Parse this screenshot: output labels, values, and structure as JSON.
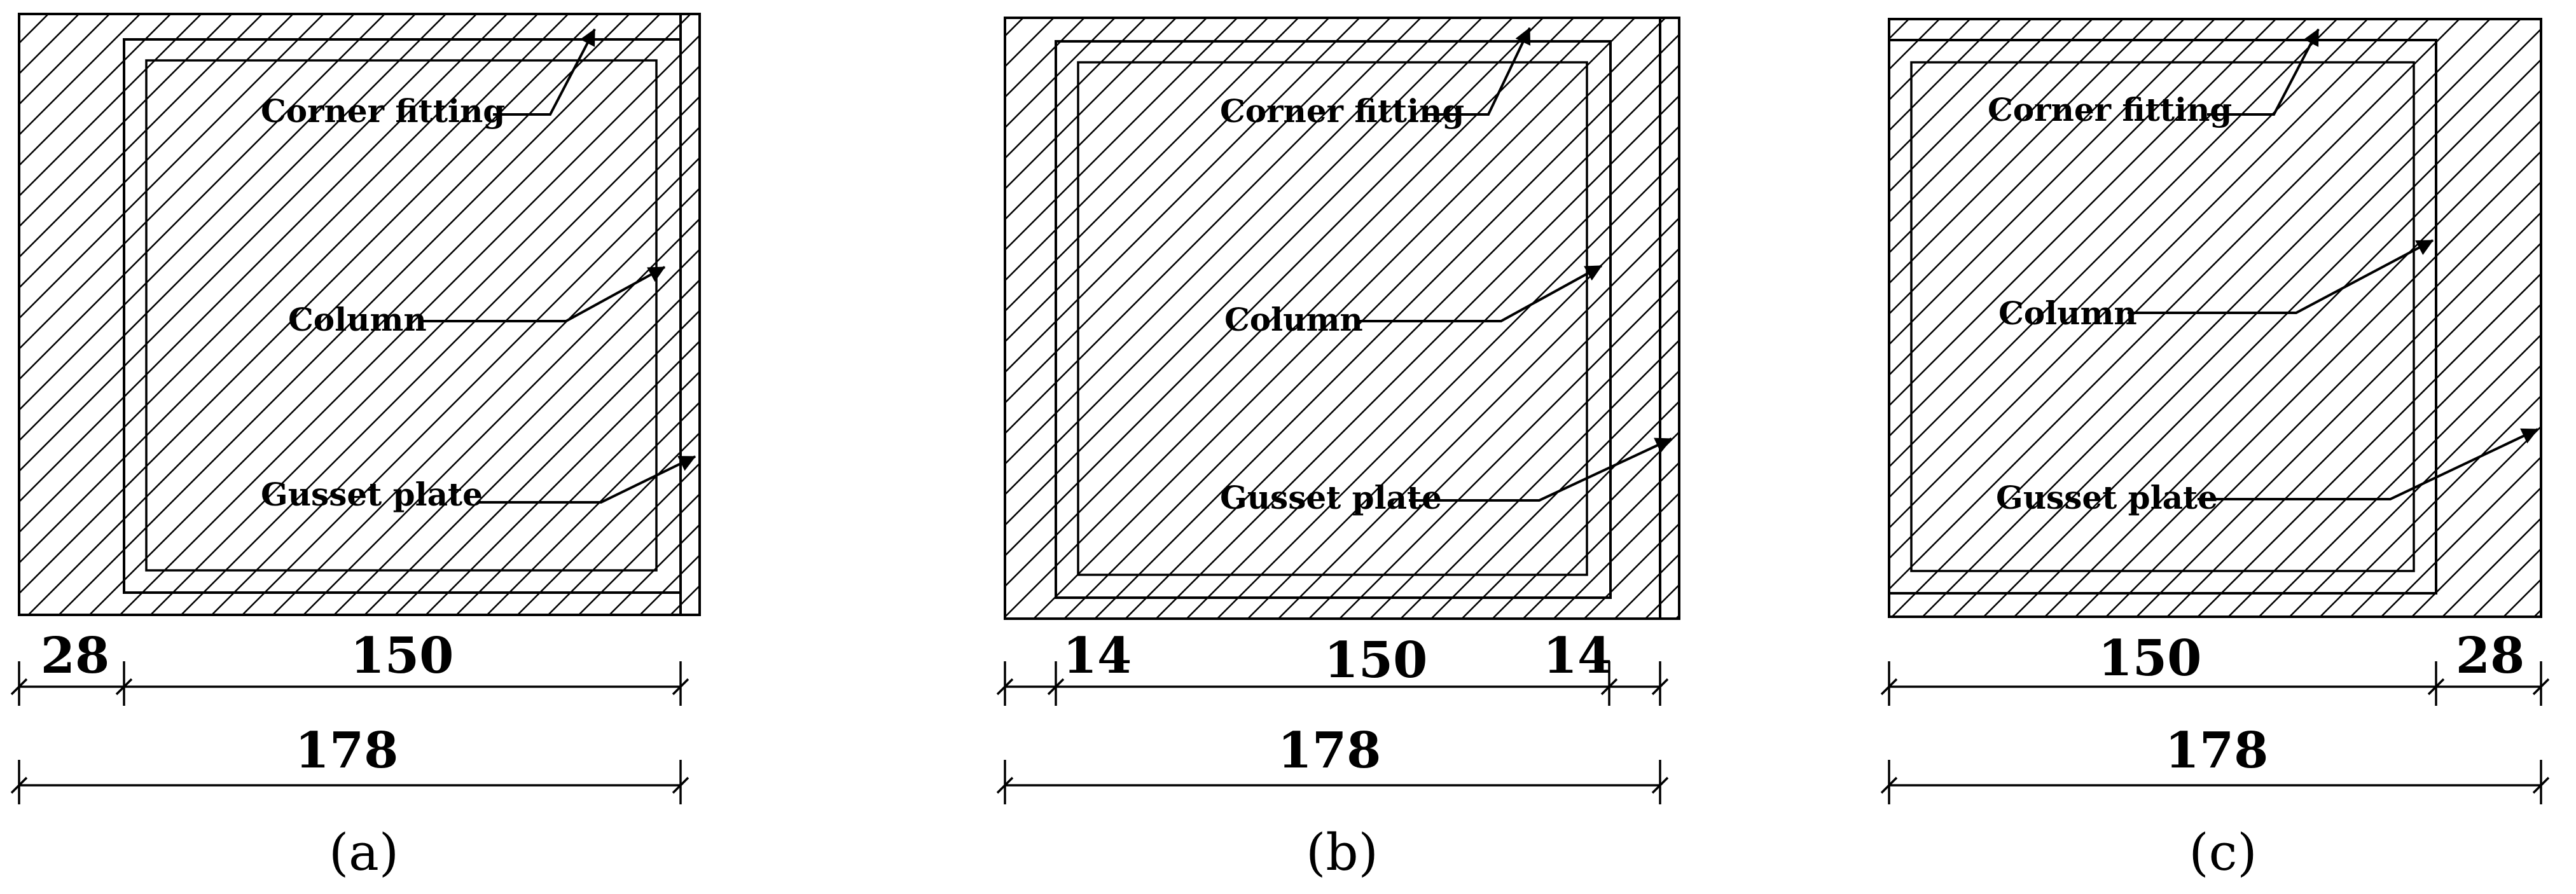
{
  "panels": [
    {
      "caption": "(a)",
      "labels": {
        "corner_fitting": "Corner fitting",
        "column": "Column",
        "gusset_plate": "Gusset plate"
      },
      "dims_top": [
        "28",
        "150"
      ],
      "dim_total": "178"
    },
    {
      "caption": "(b)",
      "labels": {
        "corner_fitting": "Corner fitting",
        "column": "Column",
        "gusset_plate": "Gusset plate"
      },
      "dims_top": [
        "14",
        "150",
        "14"
      ],
      "dim_total": "178"
    },
    {
      "caption": "(c)",
      "labels": {
        "corner_fitting": "Corner fitting",
        "column": "Column",
        "gusset_plate": "Gusset plate"
      },
      "dims_top": [
        "150",
        "28"
      ],
      "dim_total": "178"
    }
  ]
}
